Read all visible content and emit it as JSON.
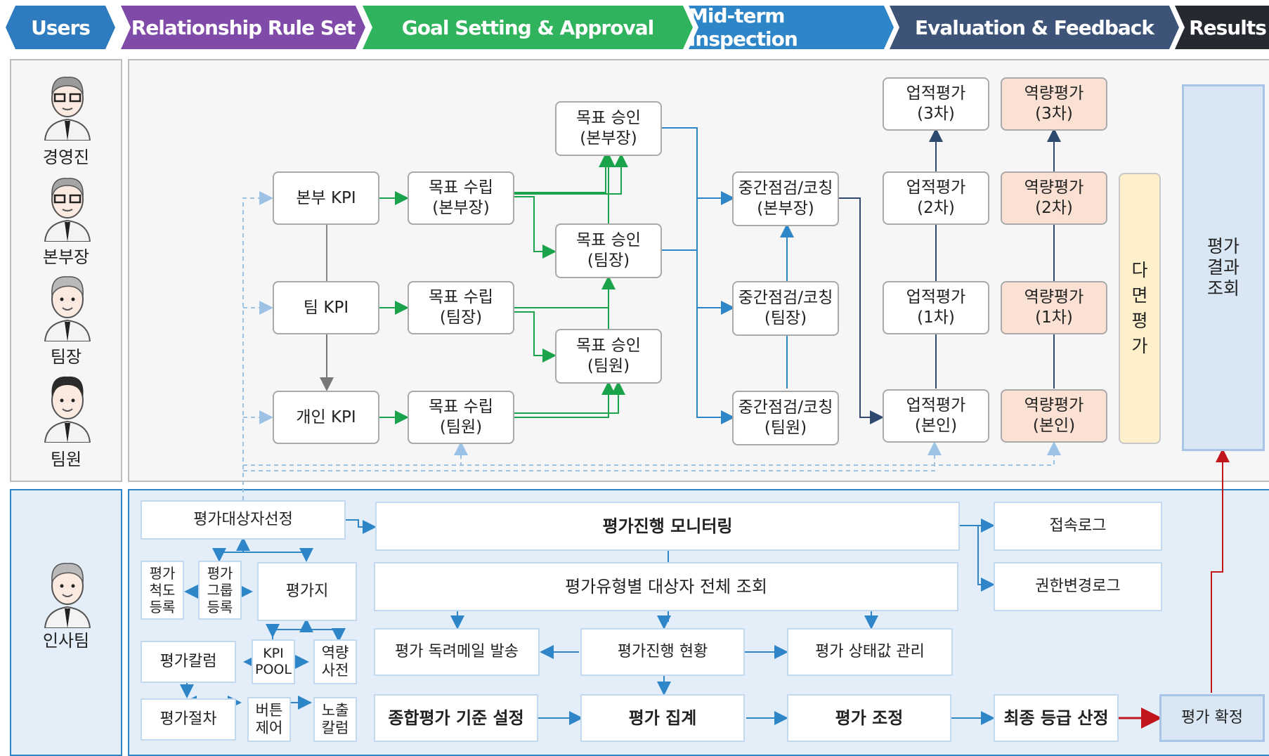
{
  "phases": [
    {
      "label": "Users",
      "color": "#2e7bbf"
    },
    {
      "label": "Relationship Rule Set",
      "color": "#7f4aa8"
    },
    {
      "label": "Goal Setting & Approval",
      "color": "#2fb35d"
    },
    {
      "label": "Mid-term Inspection",
      "color": "#2e86c9"
    },
    {
      "label": "Evaluation & Feedback",
      "color": "#3d5478"
    },
    {
      "label": "Results",
      "color": "#262a30"
    }
  ],
  "users": {
    "executive": "경영진",
    "division_head": "본부장",
    "team_leader": "팀장",
    "team_member": "팀원",
    "hr_team": "인사팀"
  },
  "kpi": {
    "division": "본부 KPI",
    "team": "팀 KPI",
    "personal": "개인 KPI"
  },
  "goal_setting": {
    "division": "목표 수립\n(본부장)",
    "team": "목표 수립\n(팀장)",
    "member": "목표 수립\n(팀원)"
  },
  "goal_approval": {
    "division": "목표 승인\n(본부장)",
    "team": "목표 승인\n(팀장)",
    "member": "목표 승인\n(팀원)"
  },
  "midterm": {
    "division": "중간점검/코칭\n(본부장)",
    "team": "중간점검/코칭\n(팀장)",
    "member": "중간점검/코칭\n(팀원)"
  },
  "performance_eval": {
    "third": "업적평가\n(3차)",
    "second": "업적평가\n(2차)",
    "first": "업적평가\n(1차)",
    "self": "업적평가\n(본인)"
  },
  "competency_eval": {
    "third": "역량평가\n(3차)",
    "second": "역량평가\n(2차)",
    "first": "역량평가\n(1차)",
    "self": "역량평가\n(본인)"
  },
  "multi_rater": "다\n면\n평\n가",
  "result_view": "평가\n결과\n조회",
  "hr": {
    "target_select": "평가대상자선정",
    "scale_register": "평가\n척도\n등록",
    "group_register": "평가\n그룹\n등록",
    "eval_sheet": "평가지",
    "eval_column": "평가칼럼",
    "kpi_pool": "KPI\nPOOL",
    "competency_dict": "역량\n사전",
    "eval_procedure": "평가절차",
    "button_control": "버튼\n제어",
    "exposure_column": "노출\n칼럼",
    "monitoring": "평가진행 모니터링",
    "type_view": "평가유형별 대상자 전체 조회",
    "reminder_mail": "평가 독려메일 발송",
    "progress_status": "평가진행 현황",
    "status_manage": "평가 상태값 관리",
    "access_log": "접속로그",
    "permission_log": "권한변경로그",
    "overall_criteria": "종합평가 기준 설정",
    "aggregation": "평가 집계",
    "adjustment": "평가 조정",
    "final_grade": "최종 등급 산정",
    "confirm": "평가 확정"
  }
}
